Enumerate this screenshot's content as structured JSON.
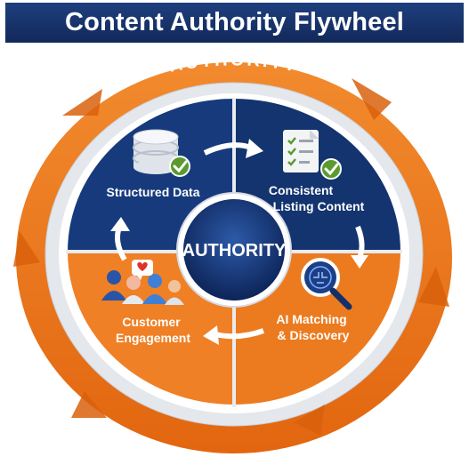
{
  "title": "Content Authority Flywheel",
  "ring_label": "AUTHORITY",
  "hub_label": "AUTHORITY",
  "quadrants": [
    {
      "lines": [
        "Structured Data"
      ],
      "icon": "database-check-icon"
    },
    {
      "lines": [
        "Consistent",
        "Listing Content"
      ],
      "icon": "document-checklist-icon"
    },
    {
      "lines": [
        "AI Matching",
        "& Discovery"
      ],
      "icon": "ai-search-icon"
    },
    {
      "lines": [
        "Customer",
        "Engagement"
      ],
      "icon": "people-heart-icon"
    }
  ],
  "colors": {
    "navy": "#12306e",
    "orange": "#ef7a1f",
    "orange_dark": "#c85a0c",
    "green_check": "#5a9a2e",
    "white": "#ffffff"
  }
}
